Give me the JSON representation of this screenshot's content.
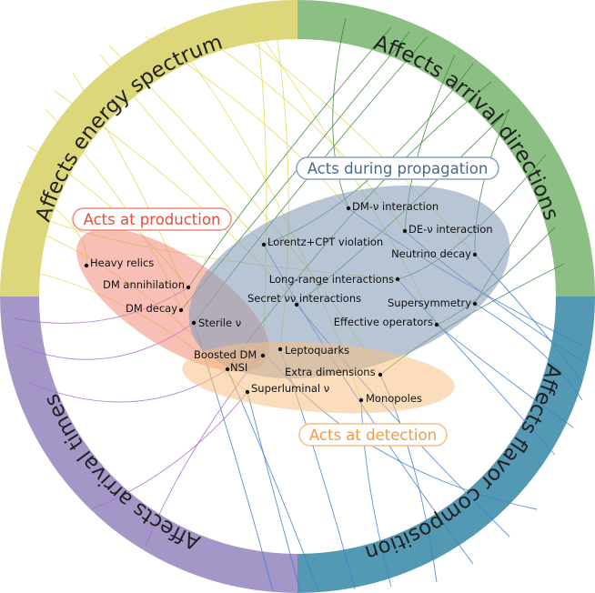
{
  "colors": {
    "energy": "#dcd77a",
    "directions": "#8cbf84",
    "flavor": "#5499b3",
    "times": "#a497c7",
    "energy_line": "#e3dc55",
    "directions_line": "#3b8a3a",
    "flavor_line": "#3f7fd0",
    "times_line": "#a86bd4",
    "production": "#f08a78",
    "propagation": "#8aa2bb",
    "detection": "#f7bf83",
    "production_text": "#e0503b",
    "propagation_text": "#4a6a8a",
    "detection_text": "#ef9b45"
  },
  "ring": {
    "energy": "Affects energy spectrum",
    "directions": "Affects arrival directions",
    "flavor": "Affects flavor composition",
    "times": "Affects arrival times"
  },
  "regions": {
    "production": "Acts at production",
    "propagation": "Acts during propagation",
    "detection": "Acts at detection"
  },
  "items": [
    {
      "id": "dm-nu-interaction",
      "label": "DM-ν interaction"
    },
    {
      "id": "de-nu-interaction",
      "label": "DE-ν interaction"
    },
    {
      "id": "lorentz-cpt",
      "label": "Lorentz+CPT violation"
    },
    {
      "id": "neutrino-decay",
      "label": "Neutrino decay"
    },
    {
      "id": "heavy-relics",
      "label": "Heavy relics"
    },
    {
      "id": "long-range",
      "label": "Long-range interactions"
    },
    {
      "id": "dm-annihilation",
      "label": "DM annihilation"
    },
    {
      "id": "secret-nunu",
      "label": "Secret νν interactions"
    },
    {
      "id": "supersymmetry",
      "label": "Supersymmetry"
    },
    {
      "id": "dm-decay",
      "label": "DM decay"
    },
    {
      "id": "sterile-nu",
      "label": "Sterile ν"
    },
    {
      "id": "effective-operators",
      "label": "Effective operators"
    },
    {
      "id": "leptoquarks",
      "label": "Leptoquarks"
    },
    {
      "id": "boosted-dm",
      "label": "Boosted DM"
    },
    {
      "id": "nsi",
      "label": "NSI"
    },
    {
      "id": "extra-dimensions",
      "label": "Extra dimensions"
    },
    {
      "id": "superluminal-nu",
      "label": "Superluminal ν"
    },
    {
      "id": "monopoles",
      "label": "Monopoles"
    }
  ]
}
